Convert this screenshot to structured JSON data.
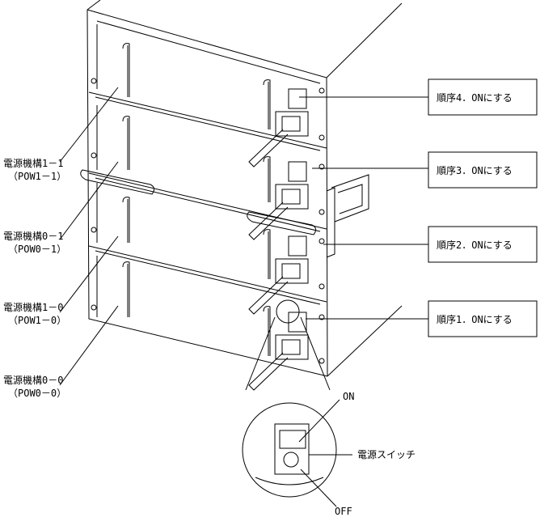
{
  "steps": [
    {
      "label": "順序4．ONにする"
    },
    {
      "label": "順序3．ONにする"
    },
    {
      "label": "順序2．ONにする"
    },
    {
      "label": "順序1．ONにする"
    }
  ],
  "units": [
    {
      "name": "電源機構1－1",
      "code": "（POW1－1）"
    },
    {
      "name": "電源機構0－1",
      "code": "（POW0－1）"
    },
    {
      "name": "電源機構1－0",
      "code": "（POW1－0）"
    },
    {
      "name": "電源機構0－0",
      "code": "（POW0－0）"
    }
  ],
  "detail": {
    "on_label": "ON",
    "off_label": "OFF",
    "switch_label": "電源スイッチ"
  }
}
